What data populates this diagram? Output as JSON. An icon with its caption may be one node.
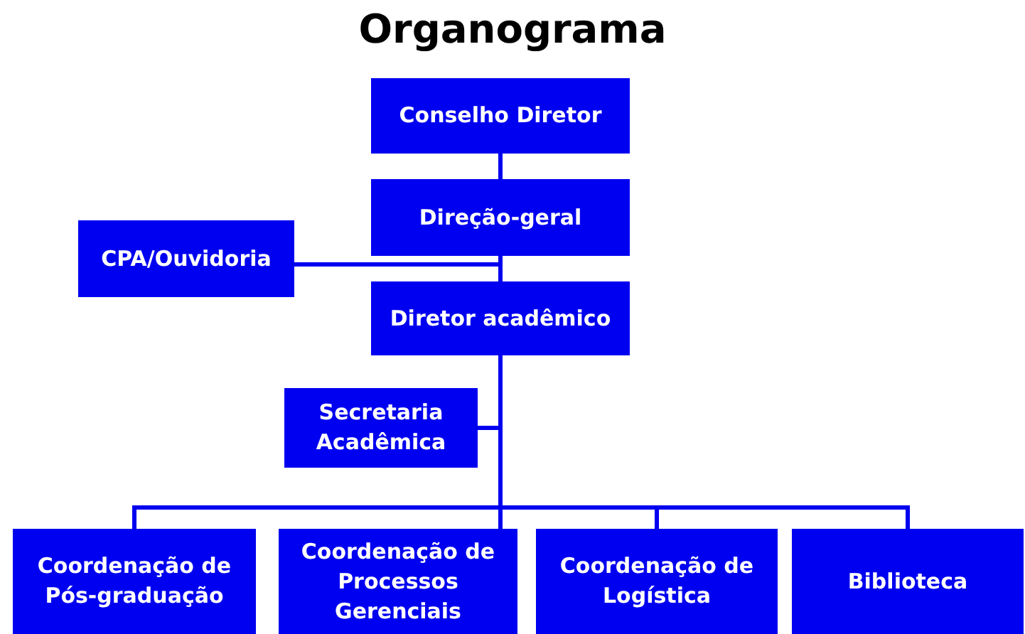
{
  "diagram": {
    "title": "Organograma",
    "nodes": [
      {
        "text": [
          "Conselho Diretor"
        ]
      },
      {
        "text": [
          "Direção-geral"
        ]
      },
      {
        "text": [
          "CPA/Ouvidoria"
        ]
      },
      {
        "text": [
          "Diretor acadêmico"
        ]
      },
      {
        "text": [
          "Secretaria Acadêmica"
        ]
      },
      {
        "text": [
          "Coordenação de Pós-graduação"
        ]
      },
      {
        "text": [
          "Coordenação de Processos Gerenciais"
        ]
      },
      {
        "text": [
          "Coordenação de Logística"
        ]
      },
      {
        "text": [
          "Biblioteca"
        ]
      }
    ],
    "edges": [
      {
        "from": 0,
        "to": 1,
        "arrow": "none"
      },
      {
        "from": 1,
        "to": 3,
        "arrow": "none"
      },
      {
        "from": 1,
        "to": 2,
        "arrow": "none"
      },
      {
        "from": 3,
        "to": 4,
        "arrow": "none"
      },
      {
        "from": 3,
        "to": 5,
        "arrow": "none"
      },
      {
        "from": 3,
        "to": 6,
        "arrow": "none"
      },
      {
        "from": 3,
        "to": 7,
        "arrow": "none"
      },
      {
        "from": 3,
        "to": 8,
        "arrow": "none"
      }
    ]
  }
}
